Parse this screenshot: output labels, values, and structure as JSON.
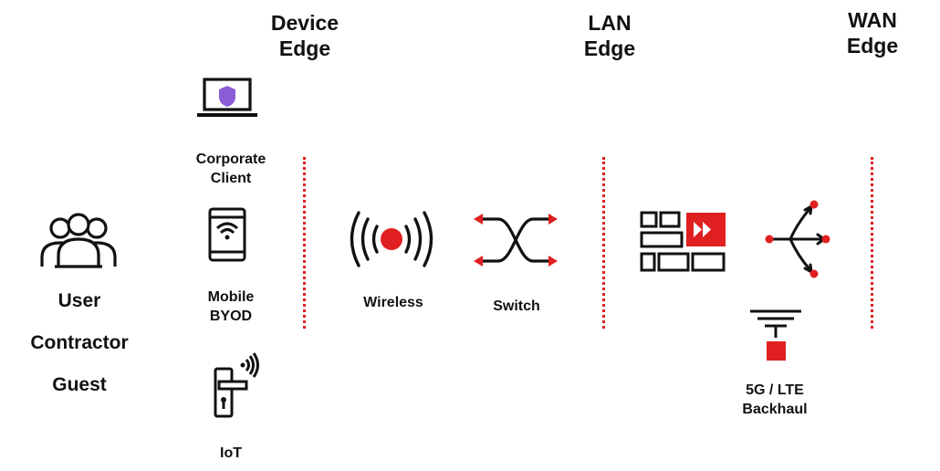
{
  "headers": {
    "device_edge": [
      "Device",
      "Edge"
    ],
    "lan_edge": [
      "LAN",
      "Edge"
    ],
    "wan_edge": [
      "WAN",
      "Edge"
    ]
  },
  "users": {
    "icon": "user-group-icon",
    "roles": [
      "User",
      "Contractor",
      "Guest"
    ]
  },
  "devices": {
    "corporate_client": {
      "label": [
        "Corporate",
        "Client"
      ],
      "icon": "laptop-shield-icon"
    },
    "mobile_byod": {
      "label": [
        "Mobile",
        "BYOD"
      ],
      "icon": "tablet-wifi-icon"
    },
    "iot": {
      "label": "IoT",
      "icon": "smart-lock-icon"
    }
  },
  "lan": {
    "wireless": {
      "label": "Wireless",
      "icon": "wireless-access-point-icon"
    },
    "switch": {
      "label": "Switch",
      "icon": "switch-icon"
    }
  },
  "wan": {
    "firewall": {
      "icon": "firewall-icon"
    },
    "sdwan": {
      "icon": "sdwan-router-icon"
    },
    "backhaul": {
      "label": [
        "5G / LTE",
        "Backhaul"
      ],
      "icon": "cellular-backhaul-icon"
    }
  },
  "colors": {
    "accent": "#e02020",
    "shield": "#8a5cd6",
    "text": "#111111"
  }
}
